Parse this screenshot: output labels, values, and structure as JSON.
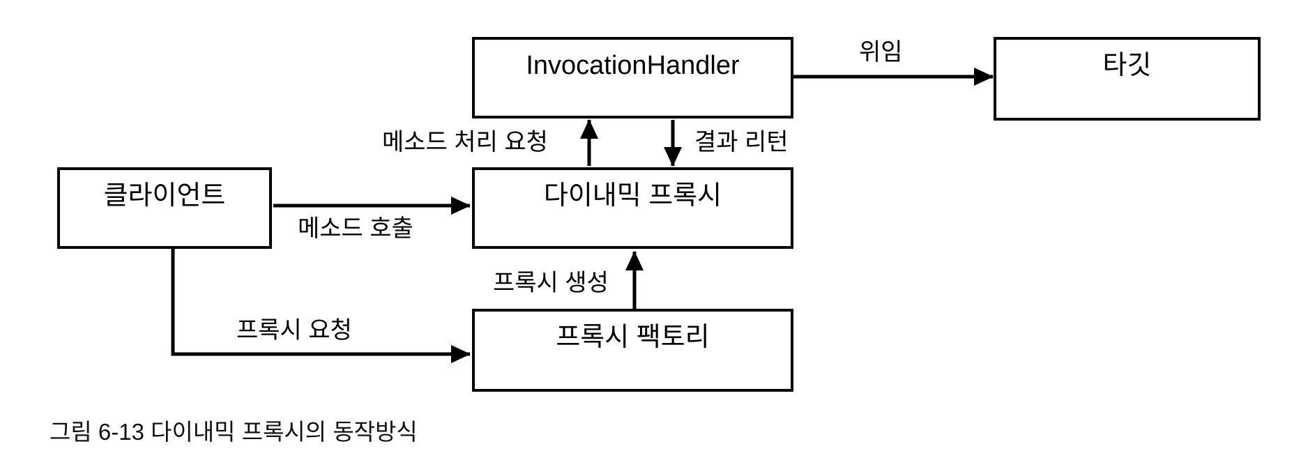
{
  "diagram": {
    "nodes": {
      "invocation_handler": {
        "label": "InvocationHandler"
      },
      "target": {
        "label": "타깃"
      },
      "client": {
        "label": "클라이언트"
      },
      "dynamic_proxy": {
        "label": "다이내믹 프록시"
      },
      "proxy_factory": {
        "label": "프록시 팩토리"
      }
    },
    "edges": {
      "delegation": {
        "label": "위임"
      },
      "method_process_request": {
        "label": "메소드 처리 요청"
      },
      "result_return": {
        "label": "결과 리턴"
      },
      "method_call": {
        "label": "메소드 호출"
      },
      "proxy_creation": {
        "label": "프록시 생성"
      },
      "proxy_request": {
        "label": "프록시 요청"
      }
    },
    "caption": "그림 6-13 다이내믹 프록시의 동작방식",
    "colors": {
      "line": "#000000",
      "box_border": "#000000",
      "box_fill": "#ffffff",
      "text": "#000000",
      "background": "#ffffff"
    }
  }
}
